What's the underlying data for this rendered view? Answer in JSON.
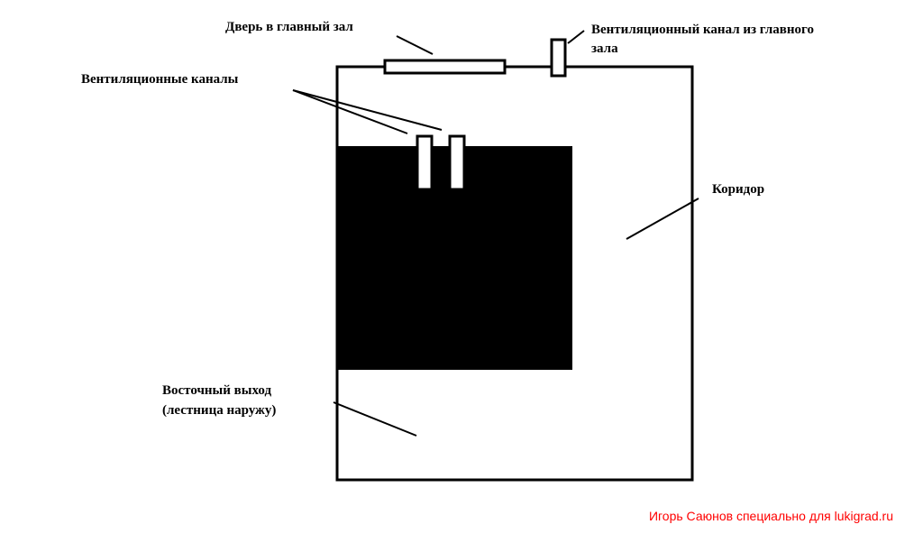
{
  "labels": {
    "main_hall_door": "Дверь в главный зал",
    "main_hall_vent_line1": "Вентиляционный канал из главного",
    "main_hall_vent_line2": "зала",
    "vent_channels": "Вентиляционные каналы",
    "corridor": "Коридор",
    "east_exit_line1": "Восточный выход",
    "east_exit_line2": "(лестница наружу)"
  },
  "credit": {
    "text": "Игорь Саюнов специально для lukigrad.ru",
    "color": "#ff0000"
  },
  "colors": {
    "background": "#ffffff",
    "ink": "#000000"
  }
}
